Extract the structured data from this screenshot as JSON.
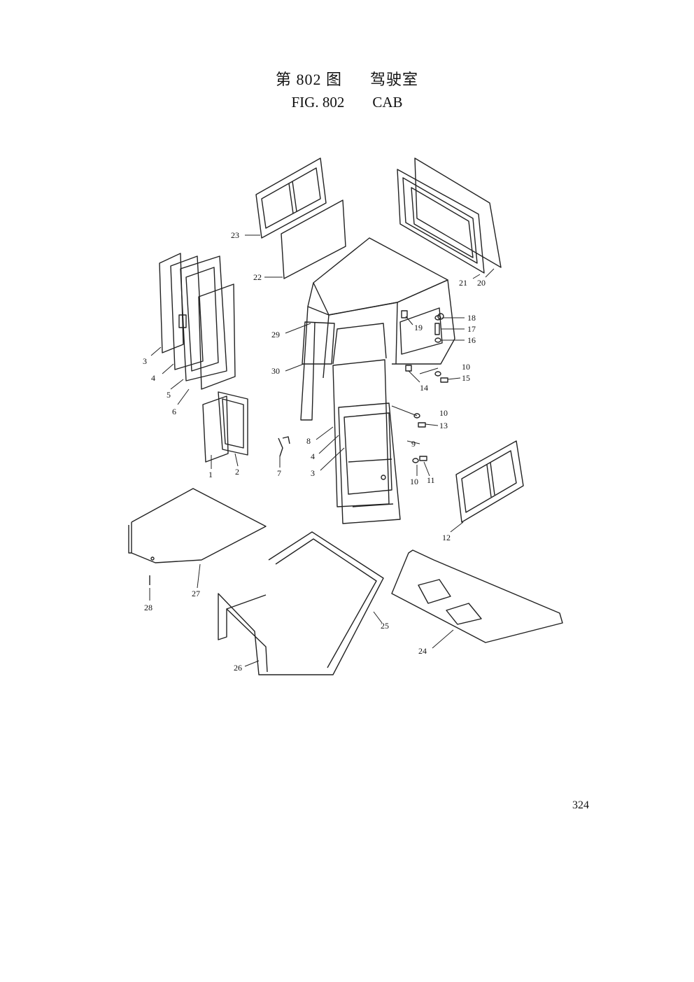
{
  "header": {
    "title_cn_fig": "第 802 图",
    "title_cn_name": "驾驶室",
    "title_en_fig": "FIG. 802",
    "title_en_name": "CAB"
  },
  "part_labels": [
    "1",
    "2",
    "3",
    "4",
    "5",
    "6",
    "7",
    "8",
    "4",
    "3",
    "9",
    "10",
    "11",
    "10",
    "13",
    "10",
    "15",
    "14",
    "16",
    "17",
    "18",
    "19",
    "20",
    "21",
    "22",
    "23",
    "29",
    "30",
    "12",
    "24",
    "25",
    "26",
    "27",
    "28"
  ],
  "page_number": "324"
}
